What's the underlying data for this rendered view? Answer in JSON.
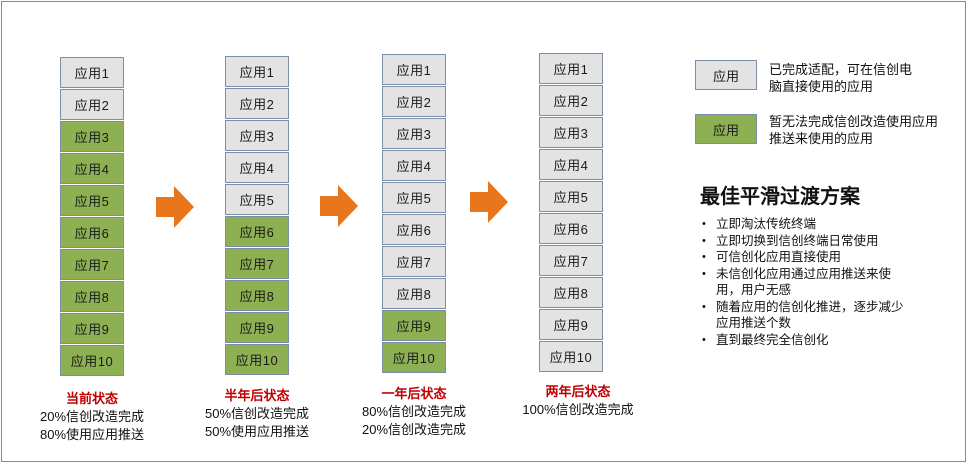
{
  "stages": [
    {
      "cells": [
        {
          "label": "应用1",
          "color": "gray"
        },
        {
          "label": "应用2",
          "color": "gray"
        },
        {
          "label": "应用3",
          "color": "green"
        },
        {
          "label": "应用4",
          "color": "green"
        },
        {
          "label": "应用5",
          "color": "green"
        },
        {
          "label": "应用6",
          "color": "green"
        },
        {
          "label": "应用7",
          "color": "green"
        },
        {
          "label": "应用8",
          "color": "green"
        },
        {
          "label": "应用9",
          "color": "green"
        },
        {
          "label": "应用10",
          "color": "green"
        }
      ],
      "title": "当前状态",
      "line1": "20%信创改造完成",
      "line2": "80%使用应用推送"
    },
    {
      "cells": [
        {
          "label": "应用1",
          "color": "gray"
        },
        {
          "label": "应用2",
          "color": "gray"
        },
        {
          "label": "应用3",
          "color": "gray"
        },
        {
          "label": "应用4",
          "color": "gray"
        },
        {
          "label": "应用5",
          "color": "gray"
        },
        {
          "label": "应用6",
          "color": "green"
        },
        {
          "label": "应用7",
          "color": "green"
        },
        {
          "label": "应用8",
          "color": "green"
        },
        {
          "label": "应用9",
          "color": "green"
        },
        {
          "label": "应用10",
          "color": "green"
        }
      ],
      "title": "半年后状态",
      "line1": "50%信创改造完成",
      "line2": "50%使用应用推送"
    },
    {
      "cells": [
        {
          "label": "应用1",
          "color": "gray"
        },
        {
          "label": "应用2",
          "color": "gray"
        },
        {
          "label": "应用3",
          "color": "gray"
        },
        {
          "label": "应用4",
          "color": "gray"
        },
        {
          "label": "应用5",
          "color": "gray"
        },
        {
          "label": "应用6",
          "color": "gray"
        },
        {
          "label": "应用7",
          "color": "gray"
        },
        {
          "label": "应用8",
          "color": "gray"
        },
        {
          "label": "应用9",
          "color": "green"
        },
        {
          "label": "应用10",
          "color": "green"
        }
      ],
      "title": "一年后状态",
      "line1": "80%信创改造完成",
      "line2": "20%信创改造完成"
    },
    {
      "cells": [
        {
          "label": "应用1",
          "color": "gray"
        },
        {
          "label": "应用2",
          "color": "gray"
        },
        {
          "label": "应用3",
          "color": "gray"
        },
        {
          "label": "应用4",
          "color": "gray"
        },
        {
          "label": "应用5",
          "color": "gray"
        },
        {
          "label": "应用6",
          "color": "gray"
        },
        {
          "label": "应用7",
          "color": "gray"
        },
        {
          "label": "应用8",
          "color": "gray"
        },
        {
          "label": "应用9",
          "color": "gray"
        },
        {
          "label": "应用10",
          "color": "gray"
        }
      ],
      "title": "两年后状态",
      "line1": "100%信创改造完成",
      "line2": ""
    }
  ],
  "legend": {
    "gray_label": "应用",
    "gray_text": "已完成适配，可在信创电脑直接使用的应用",
    "green_label": "应用",
    "green_text": "暂无法完成信创改造使用应用推送来使用的应用"
  },
  "plan": {
    "title": "最佳平滑过渡方案",
    "items": [
      "立即淘汰传统终端",
      "立即切换到信创终端日常使用",
      "可信创化应用直接使用",
      "未信创化应用通过应用推送来使用，用户无感",
      "随着应用的信创化推进，逐步减少应用推送个数",
      "直到最终完全信创化"
    ]
  },
  "colors": {
    "gray_cell": "#e3e3e3",
    "green_cell": "#8db052",
    "arrow": "#e8761c",
    "stage_title": "#c00000"
  }
}
